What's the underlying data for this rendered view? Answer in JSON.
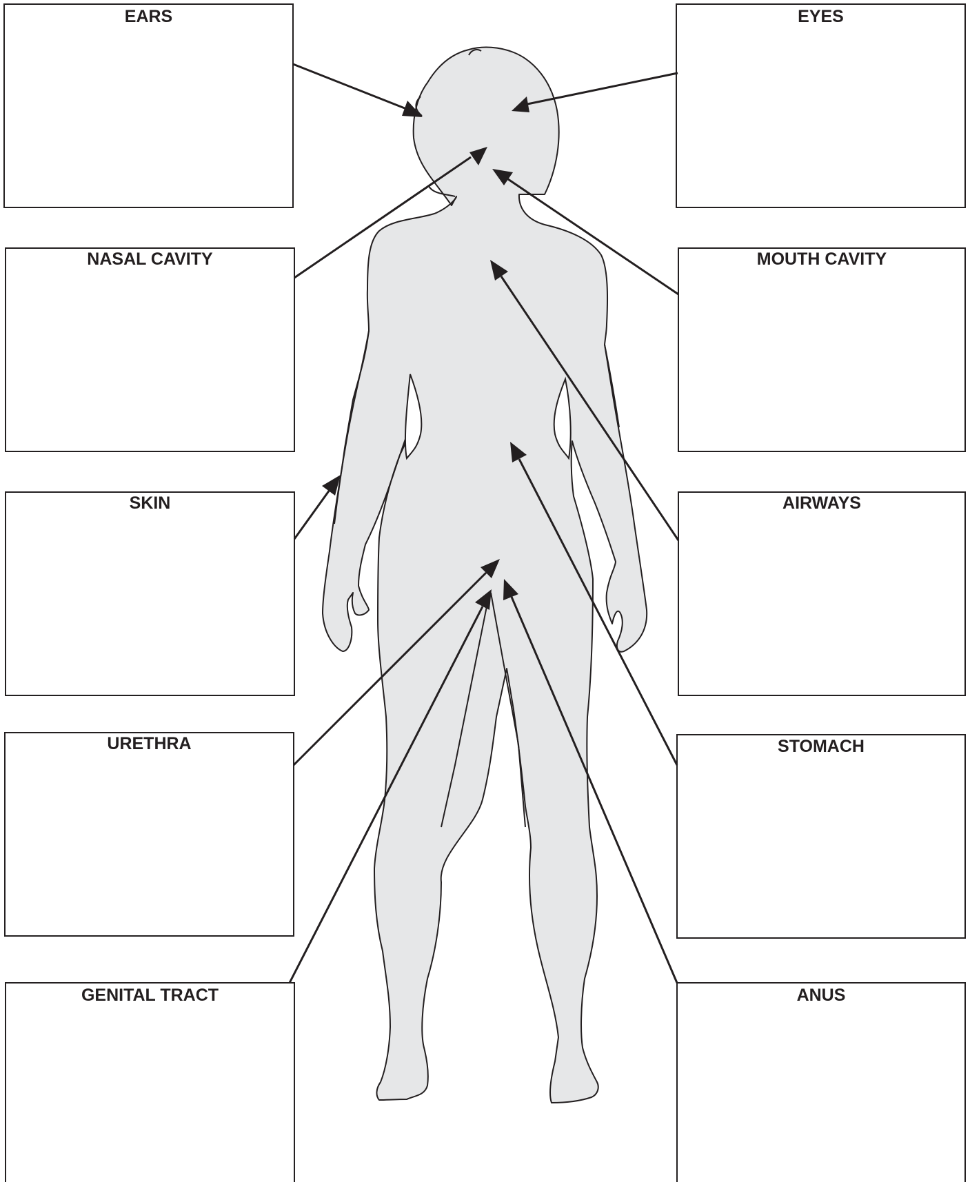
{
  "labels": {
    "ears": "EARS",
    "eyes": "EYES",
    "nasal_cavity": "NASAL CAVITY",
    "mouth_cavity": "MOUTH CAVITY",
    "skin": "SKIN",
    "airways": "AIRWAYS",
    "urethra": "URETHRA",
    "stomach": "STOMACH",
    "genital_tract": "GENITAL TRACT",
    "anus": "ANUS"
  },
  "colors": {
    "body_fill": "#e6e7e8",
    "outline": "#231f20",
    "box_fill": "#ffffff"
  }
}
